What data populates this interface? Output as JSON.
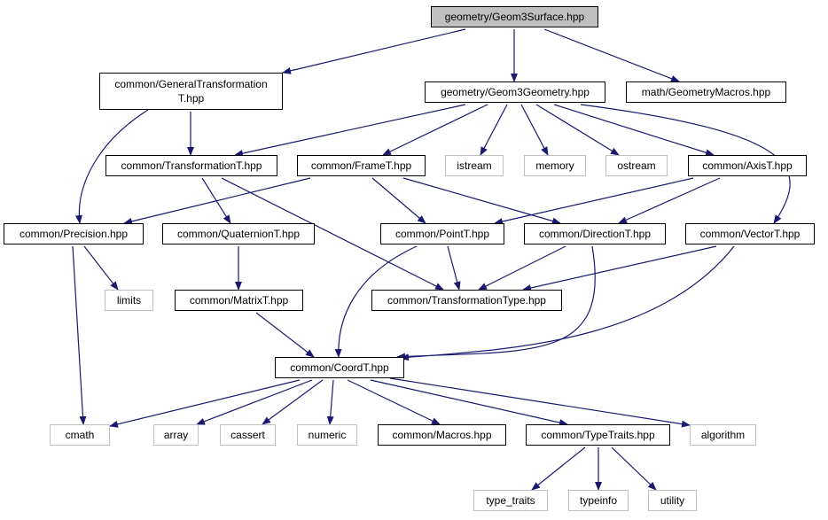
{
  "root": {
    "label": "geometry/Geom3Surface.hpp"
  },
  "headers": {
    "general_transformation": "common/GeneralTransformation\nT.hpp",
    "geom3geometry": "geometry/Geom3Geometry.hpp",
    "geometry_macros": "math/GeometryMacros.hpp",
    "transformation_t": "common/TransformationT.hpp",
    "frame_t": "common/FrameT.hpp",
    "axis_t": "common/AxisT.hpp",
    "precision": "common/Precision.hpp",
    "quaternion_t": "common/QuaternionT.hpp",
    "point_t": "common/PointT.hpp",
    "direction_t": "common/DirectionT.hpp",
    "vector_t": "common/VectorT.hpp",
    "matrix_t": "common/MatrixT.hpp",
    "transformation_type": "common/TransformationType.hpp",
    "coord_t": "common/CoordT.hpp",
    "macros": "common/Macros.hpp",
    "type_traits_h": "common/TypeTraits.hpp"
  },
  "system": {
    "istream": "istream",
    "memory": "memory",
    "ostream": "ostream",
    "limits": "limits",
    "cmath": "cmath",
    "array": "array",
    "cassert": "cassert",
    "numeric": "numeric",
    "algorithm": "algorithm",
    "type_traits": "type_traits",
    "typeinfo": "typeinfo",
    "utility": "utility"
  },
  "colors": {
    "edge": "#191970",
    "root_fill": "#bfbfbf",
    "node_border": "#000000",
    "system_border": "#bfbfbf"
  }
}
